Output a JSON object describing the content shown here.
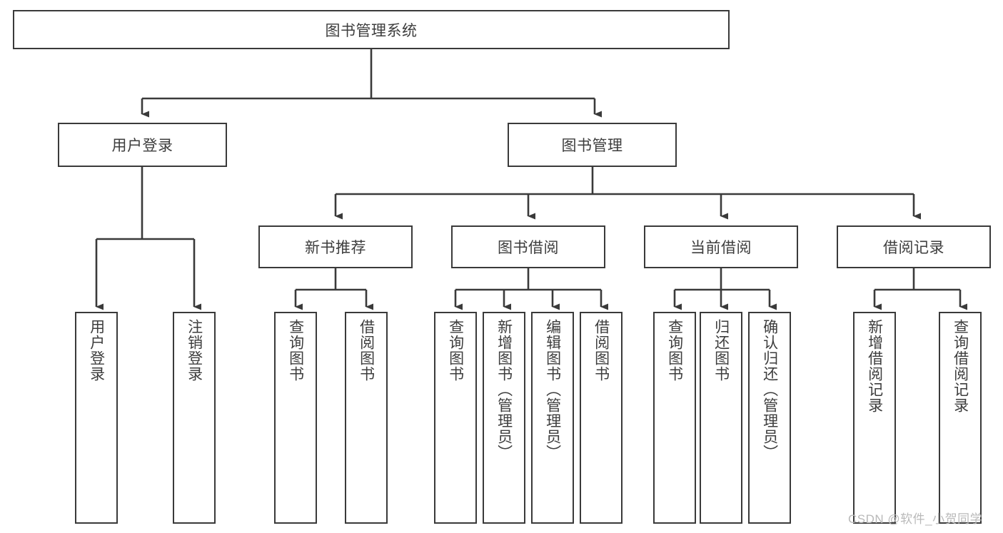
{
  "diagram": {
    "type": "tree-hierarchy",
    "title": "图书管理系统",
    "watermark": "CSDN @软件_小贺同学",
    "colors": {
      "stroke": "#3a3a3a",
      "text": "#3d3d3d",
      "background": "#ffffff",
      "watermark": "#b9b9b9"
    },
    "root": {
      "id": "root",
      "label": "图书管理系统"
    },
    "level2": [
      {
        "id": "user-login",
        "label": "用户登录"
      },
      {
        "id": "book-management",
        "label": "图书管理"
      }
    ],
    "level3": [
      {
        "id": "new-book-recommend",
        "label": "新书推荐",
        "parent": "book-management"
      },
      {
        "id": "book-borrow",
        "label": "图书借阅",
        "parent": "book-management"
      },
      {
        "id": "current-borrow",
        "label": "当前借阅",
        "parent": "book-management"
      },
      {
        "id": "borrow-record",
        "label": "借阅记录",
        "parent": "book-management"
      }
    ],
    "leaves": [
      {
        "id": "leaf-user-login",
        "label": "用户登录",
        "parent": "user-login"
      },
      {
        "id": "leaf-logout",
        "label": "注销登录",
        "parent": "user-login"
      },
      {
        "id": "leaf-query-book-1",
        "label": "查询图书",
        "parent": "new-book-recommend"
      },
      {
        "id": "leaf-borrow-book-1",
        "label": "借阅图书",
        "parent": "new-book-recommend"
      },
      {
        "id": "leaf-query-book-2",
        "label": "查询图书",
        "parent": "book-borrow"
      },
      {
        "id": "leaf-add-book",
        "label": "新增图书（管理员）",
        "parent": "book-borrow"
      },
      {
        "id": "leaf-edit-book",
        "label": "编辑图书（管理员）",
        "parent": "book-borrow"
      },
      {
        "id": "leaf-borrow-book-2",
        "label": "借阅图书",
        "parent": "book-borrow"
      },
      {
        "id": "leaf-query-book-3",
        "label": "查询图书",
        "parent": "current-borrow"
      },
      {
        "id": "leaf-return-book",
        "label": "归还图书",
        "parent": "current-borrow"
      },
      {
        "id": "leaf-confirm-return",
        "label": "确认归还（管理员）",
        "parent": "current-borrow"
      },
      {
        "id": "leaf-add-record",
        "label": "新增借阅记录",
        "parent": "borrow-record"
      },
      {
        "id": "leaf-query-record",
        "label": "查询借阅记录",
        "parent": "borrow-record"
      }
    ]
  }
}
